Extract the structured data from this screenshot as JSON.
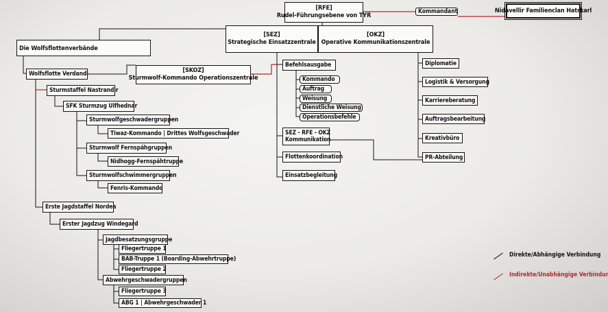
{
  "nodes": {
    "rfe": {
      "tag": "[RFE]",
      "label": "Rudel-Führungsebene von TYR"
    },
    "kommandant": "Kommandant",
    "nidavellir": "Nidavellir Familienclan Hatrkarl",
    "sez": {
      "tag": "[SEZ]",
      "label": "Strategische Einsatzzentrale"
    },
    "okz": {
      "tag": "[OKZ]",
      "label": "Operative Kommunikationszentrale"
    },
    "wolfsflottenverbaende": "Die Wolfsflottenverbände",
    "verdandi": "Wolfsflotte Verdandi",
    "skoz": {
      "tag": "[SKOZ]",
      "label": "Sturmwolf-Kommando Operationszentrale"
    },
    "nastrandir": "Sturmstaffel Nastrandir",
    "ulfhednar": "SFK Sturmzug Ulfhednar",
    "sturmgeschwader": "Sturmwolfgeschwadergruppen",
    "tiwaz": "Tiwaz-Kommando | Drittes Wolfsgeschwader",
    "fernspaeh": "Sturmwolf Fernspähgruppen",
    "nidhogg": "Nidhogg-Fernspähtruppe",
    "schwimmer": "Sturmwolfschwimmergruppen",
    "fenris": "Fenris-Kommando",
    "nordea": "Erste Jagdstaffel Nordea",
    "windegard": "Erster Jagdzug Windegard",
    "jagdbesatzung": "Jagdbesatzungsgruppe",
    "flieger1": "Fliegertruppe 1",
    "bab": "BAB-Truppe 1 (Boarding-Abwehrtruppe)",
    "flieger2": "Fliegertruppe 2",
    "abwehrgeschwader": "Abwehrgeschwadergruppen",
    "flieger3": "Fliegertruppe 3",
    "abg1": "ABG 1 | Abwehrgeschwader 1",
    "befehlsausgabe": "Befehlsausgabe",
    "kommando": "Kommando",
    "auftrag": "Auftrag",
    "weisung": "Weisung",
    "dienstliche": "Dienstliche Weisung",
    "operationsbefehle": "Operationsbefehle",
    "sezkomm": {
      "line1": "SEZ - RFE - OKZ",
      "line2": "Kommunikation"
    },
    "flottenkoord": "Flottenkoordination",
    "einsatzbegleitung": "Einsatzbegleitung",
    "diplomatie": "Diplomatie",
    "logistik": "Logistik & Versorgung",
    "karriere": "Karriereberatung",
    "auftragsbearbeitung": "Auftragsbearbeitung",
    "kreativbuero": "Kreativbüro",
    "pr": "PR-Abteilung"
  },
  "legend": {
    "direct": "Direkte/Abhängige Verbindung",
    "indirect": "Indirekte/Unabhängige Verbindung"
  },
  "colors": {
    "direct": "#111111",
    "indirect": "#b3282d"
  }
}
